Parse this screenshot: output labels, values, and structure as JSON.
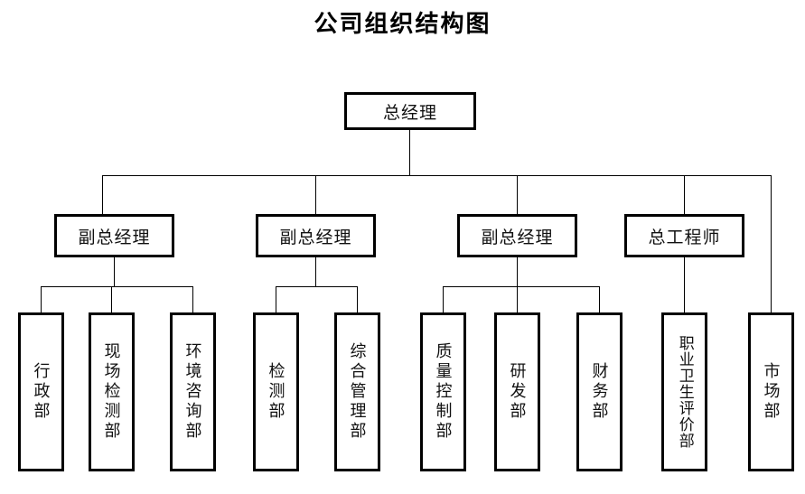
{
  "title": "公司组织结构图",
  "chart_data": {
    "type": "diagram",
    "diagram_kind": "org-chart",
    "orientation": "top-down",
    "levels": 3,
    "root": {
      "label": "总经理",
      "text_direction": "horizontal"
    },
    "level2": [
      {
        "id": "vp1",
        "label": "副总经理",
        "text_direction": "horizontal"
      },
      {
        "id": "vp2",
        "label": "副总经理",
        "text_direction": "horizontal"
      },
      {
        "id": "vp3",
        "label": "副总经理",
        "text_direction": "horizontal"
      },
      {
        "id": "ce",
        "label": "总工程师",
        "text_direction": "horizontal"
      }
    ],
    "level3": [
      {
        "id": "d1",
        "label": "行政部",
        "parent": "vp1",
        "text_direction": "vertical"
      },
      {
        "id": "d2",
        "label": "现场检测部",
        "parent": "vp1",
        "text_direction": "vertical"
      },
      {
        "id": "d3",
        "label": "环境咨询部",
        "parent": "vp1",
        "text_direction": "vertical"
      },
      {
        "id": "d4",
        "label": "检测部",
        "parent": "vp2",
        "text_direction": "vertical"
      },
      {
        "id": "d5",
        "label": "综合管理部",
        "parent": "vp2",
        "text_direction": "vertical"
      },
      {
        "id": "d6",
        "label": "质量控制部",
        "parent": "vp3",
        "text_direction": "vertical"
      },
      {
        "id": "d7",
        "label": "研发部",
        "parent": "vp3",
        "text_direction": "vertical"
      },
      {
        "id": "d8",
        "label": "财务部",
        "parent": "vp3",
        "text_direction": "vertical"
      },
      {
        "id": "d9",
        "label": "职业卫生评价部",
        "parent": "ce",
        "text_direction": "vertical"
      },
      {
        "id": "d10",
        "label": "市场部",
        "parent": "root",
        "text_direction": "vertical"
      }
    ],
    "colors": {
      "box_border": "#000000",
      "box_fill": "#ffffff",
      "connector": "#000000",
      "text": "#111111",
      "background": "#ffffff"
    }
  }
}
